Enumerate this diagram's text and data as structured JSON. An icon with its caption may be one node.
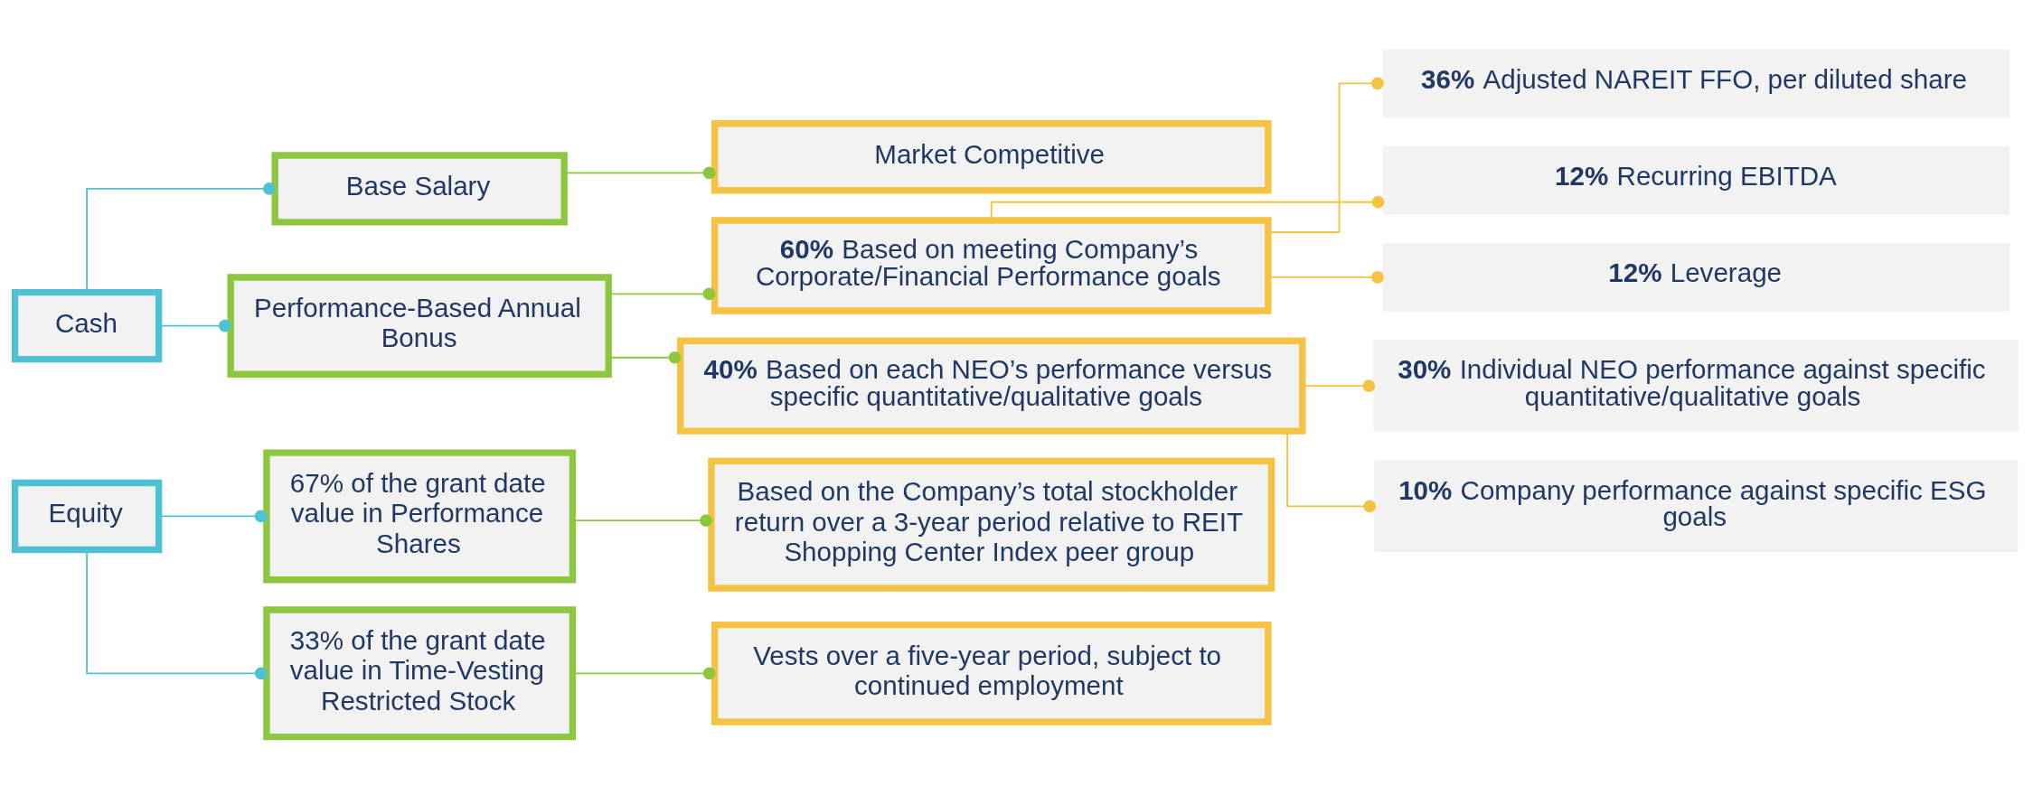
{
  "diagram": {
    "nodes": [
      {
        "text": [
          "Cash"
        ]
      },
      {
        "text": [
          "Base Salary"
        ]
      },
      {
        "text": [
          "Performance-Based Annual Bonus"
        ]
      },
      {
        "text": [
          "Market Competitive"
        ]
      },
      {
        "text": [
          "**60%** Based on meeting Company’s Corporate/Financial Performance goals"
        ]
      },
      {
        "text": [
          "**40%** Based on each NEO’s performance versus specific quantitative/qualitative goals"
        ]
      },
      {
        "text": [
          "**36%** Adjusted NAREIT FFO, per diluted share"
        ]
      },
      {
        "text": [
          "**12%** Recurring EBITDA"
        ]
      },
      {
        "text": [
          "**12%** Leverage"
        ]
      },
      {
        "text": [
          "**30%** Individual NEO performance against specific quantitative/qualitative goals"
        ]
      },
      {
        "text": [
          "**10%** Company performance against specific ESG goals"
        ]
      },
      {
        "text": [
          "Equity"
        ]
      },
      {
        "text": [
          "67% of the grant date value in Performance Shares"
        ]
      },
      {
        "text": [
          "33% of the grant date value in Time-Vesting Restricted Stock"
        ]
      },
      {
        "text": [
          "Based on the Company’s total stockholder return over a 3-year period relative to REIT Shopping Center Index peer group"
        ]
      },
      {
        "text": [
          "Vests over a five-year period, subject to continued employment"
        ]
      }
    ],
    "edges": [
      {
        "from": 0,
        "to": 1,
        "arrow": "other",
        "color": "#4fc1d4"
      },
      {
        "from": 0,
        "to": 2,
        "arrow": "other",
        "color": "#4fc1d4"
      },
      {
        "from": 1,
        "to": 3,
        "arrow": "other",
        "color": "#8dc63f"
      },
      {
        "from": 2,
        "to": 4,
        "arrow": "other",
        "color": "#8dc63f"
      },
      {
        "from": 2,
        "to": 5,
        "arrow": "other",
        "color": "#8dc63f"
      },
      {
        "from": 4,
        "to": 6,
        "arrow": "other",
        "color": "#f5c242"
      },
      {
        "from": 4,
        "to": 7,
        "arrow": "other",
        "color": "#f5c242"
      },
      {
        "from": 4,
        "to": 8,
        "arrow": "other",
        "color": "#f5c242"
      },
      {
        "from": 5,
        "to": 9,
        "arrow": "other",
        "color": "#f5c242"
      },
      {
        "from": 5,
        "to": 10,
        "arrow": "other",
        "color": "#f5c242"
      },
      {
        "from": 11,
        "to": 12,
        "arrow": "other",
        "color": "#4fc1d4"
      },
      {
        "from": 11,
        "to": 13,
        "arrow": "other",
        "color": "#4fc1d4"
      },
      {
        "from": 12,
        "to": 14,
        "arrow": "other",
        "color": "#8dc63f"
      },
      {
        "from": 13,
        "to": 15,
        "arrow": "other",
        "color": "#8dc63f"
      }
    ]
  }
}
